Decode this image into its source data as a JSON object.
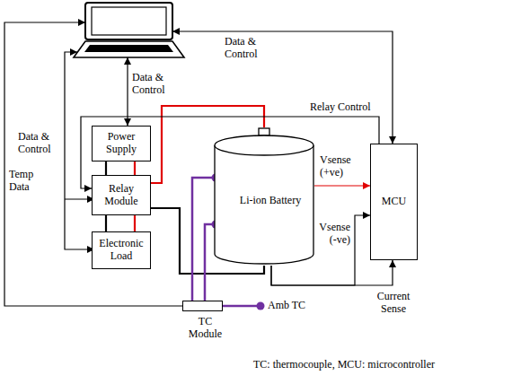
{
  "diagram": {
    "nodes": [
      {
        "text": [
          "Power Supply"
        ]
      },
      {
        "text": [
          "Relay Module"
        ]
      },
      {
        "text": [
          "Electronic Load"
        ]
      },
      {
        "text": [
          "Li-ion Battery"
        ]
      },
      {
        "text": [
          "MCU"
        ]
      },
      {
        "text": [
          "TC Module"
        ]
      }
    ],
    "edges": [
      {
        "from": 0,
        "to": 1,
        "arrow": "none"
      },
      {
        "from": 0,
        "to": 1,
        "arrow": "none"
      },
      {
        "from": 1,
        "to": 2,
        "arrow": "none"
      },
      {
        "from": 1,
        "to": 2,
        "arrow": "none"
      },
      {
        "from": 1,
        "to": 3,
        "arrow": "none"
      },
      {
        "from": 1,
        "to": 3,
        "arrow": "none"
      },
      {
        "from": 4,
        "to": 1,
        "label": "Relay Control",
        "arrow": "to"
      },
      {
        "from": 3,
        "to": 4,
        "label": "Vsense (+ve)",
        "arrow": "to"
      },
      {
        "from": 3,
        "to": 4,
        "label": "Vsense (-ve)",
        "arrow": "to"
      },
      {
        "from": 3,
        "to": 4,
        "label": "Current Sense",
        "arrow": "to"
      },
      {
        "from": 5,
        "to": 3,
        "arrow": "none"
      },
      {
        "from": 5,
        "to": 3,
        "arrow": "none"
      }
    ],
    "labels": [
      "Data & Control",
      "Data & Control",
      "Data & Control",
      "Temp Data",
      "Amb TC",
      "TC: thermocouple, MCU: microcontroller"
    ]
  }
}
